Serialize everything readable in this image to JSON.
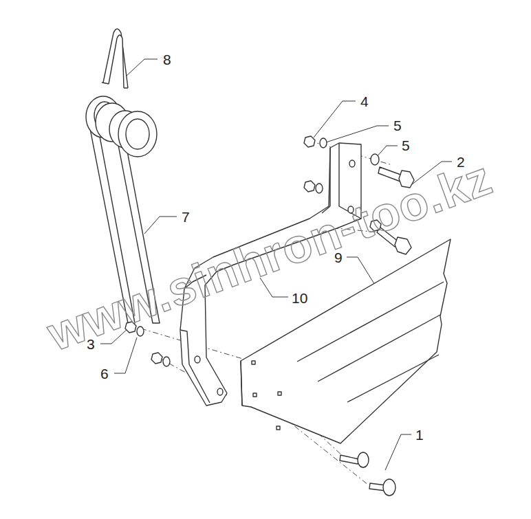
{
  "diagram": {
    "labels": [
      "8",
      "4",
      "5",
      "5",
      "2",
      "7",
      "9",
      "10",
      "3",
      "6",
      "1",
      "www.sinhron-too.kz"
    ]
  }
}
